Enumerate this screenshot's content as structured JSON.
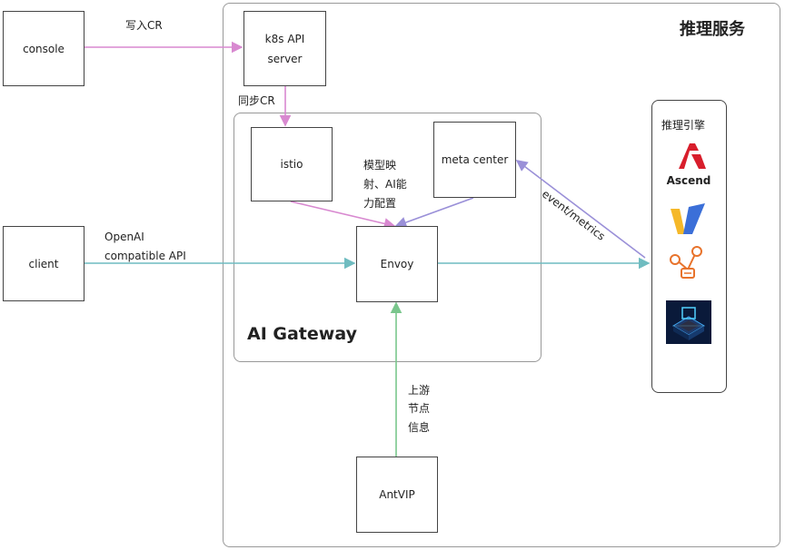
{
  "service_region": {
    "title": "推理服务"
  },
  "gateway_region": {
    "title": "AI Gateway"
  },
  "engines_panel": {
    "title": "推理引擎",
    "logo_text": "Ascend"
  },
  "nodes": {
    "console": "console",
    "k8s_api_line1": "k8s API",
    "k8s_api_line2": "server",
    "istio": "istio",
    "meta_center": "meta center",
    "envoy": "Envoy",
    "client": "client",
    "antvip": "AntVIP"
  },
  "edges": {
    "write_cr": "写入CR",
    "sync_cr": "同步CR",
    "model_map_line1": "模型映",
    "model_map_line2": "射、AI能",
    "model_map_line3": "力配置",
    "openai_line1": "OpenAI",
    "openai_line2": "compatible API",
    "event_metrics": "event/metrics",
    "upstream_line1": "上游",
    "upstream_line2": "节点",
    "upstream_line3": "信息"
  },
  "colors": {
    "pink": "#d889d0",
    "teal": "#6fbcc0",
    "purple": "#9a90d8",
    "green": "#79c68c",
    "ascend_red": "#d81e2c"
  }
}
